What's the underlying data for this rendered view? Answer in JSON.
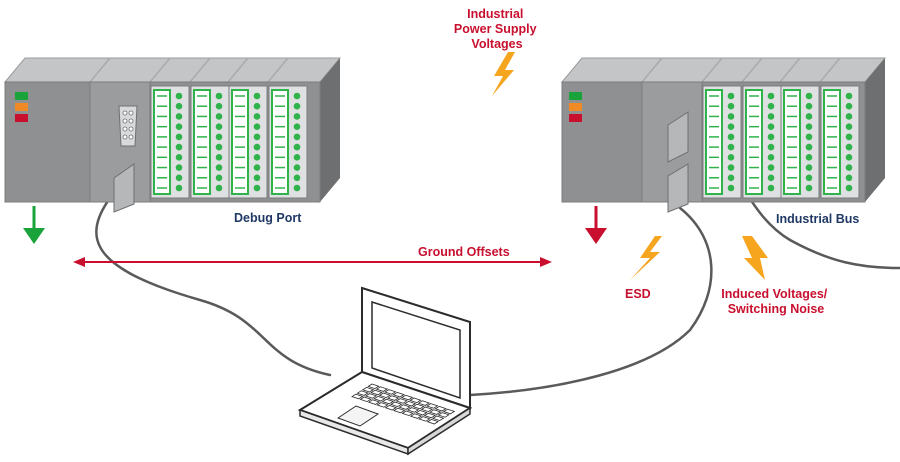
{
  "labels": {
    "power_supply": [
      "Industrial",
      "Power Supply",
      "Voltages"
    ],
    "debug_port": "Debug Port",
    "industrial_bus": "Industrial Bus",
    "ground_offsets": "Ground Offsets",
    "esd": "ESD",
    "induced": [
      "Induced Voltages/",
      "Switching Noise"
    ]
  },
  "colors": {
    "label_red": "#c8102e",
    "label_blue": "#1f3864",
    "ground_left": "#1aa33a",
    "ground_right": "#c8102e",
    "bolt": "#f6a51f",
    "module_face": "#8e9092",
    "module_top": "#c3c5c7",
    "module_side": "#6d6f71",
    "io_green": "#2fb34a",
    "cable": "#5a5a5a"
  },
  "icons": [
    "lightning-bolt-icon",
    "ground-arrow-icon",
    "db9-connector-icon",
    "laptop-icon"
  ]
}
